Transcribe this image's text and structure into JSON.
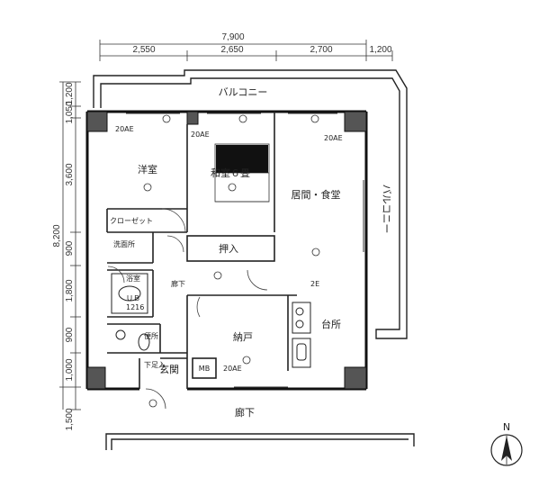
{
  "dimensions": {
    "total_width": "7,900",
    "top_segments": [
      "2,550",
      "2,650",
      "2,700",
      "1,200"
    ],
    "total_height": "8,200",
    "left_segments": [
      "1,200",
      "1,050",
      "3,600",
      "900",
      "1,800",
      "900",
      "1,000",
      "1,500"
    ]
  },
  "rooms": {
    "balcony_top": "バルコニー",
    "balcony_right": "バルコニー",
    "western_room": "洋室",
    "japanese_room": "和室６畳",
    "living_dining": "居間・食堂",
    "closet": "クローゼット",
    "washroom": "洗面所",
    "toilet": "便所",
    "oshiire": "押入",
    "hallway_inner": "廊下",
    "bath": "浴室",
    "unit_bath": "ＵＢ",
    "unit_bath_size": "1216",
    "storage": "納戸",
    "kitchen": "台所",
    "entrance": "玄関",
    "meter_box": "MB",
    "shoe_box": "下足入",
    "corridor": "廊下",
    "north": "N"
  },
  "annotations": {
    "ac_20ae": "20AE",
    "e2": "2E"
  }
}
